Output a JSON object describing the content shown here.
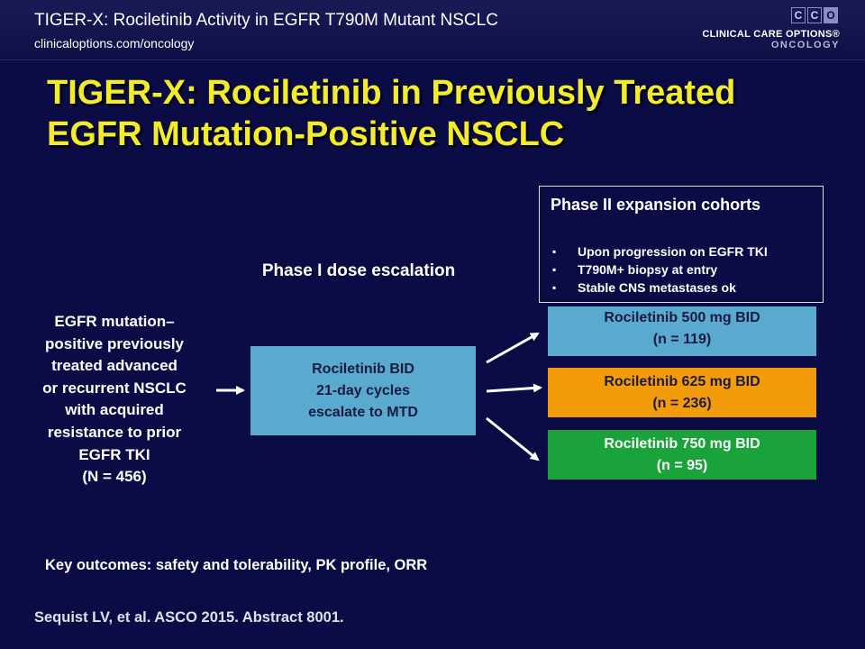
{
  "header": {
    "title": "TIGER-X: Rociletinib Activity in EGFR T790M Mutant NSCLC",
    "url": "clinicaloptions.com/oncology",
    "logo": {
      "letters": [
        "C",
        "C",
        "O"
      ],
      "line1": "CLINICAL CARE OPTIONS®",
      "line2": "ONCOLOGY"
    }
  },
  "slide_title": "TIGER-X: Rociletinib in Previously Treated EGFR Mutation-Positive NSCLC",
  "population": {
    "lines": [
      "EGFR mutation–",
      "positive previously",
      "treated advanced",
      "or recurrent NSCLC",
      "with acquired",
      "resistance to prior",
      "EGFR TKI",
      "(N = 456)"
    ]
  },
  "phase1": {
    "label": "Phase I dose escalation",
    "box_lines": [
      "Rociletinib BID",
      "21-day cycles",
      "escalate to MTD"
    ]
  },
  "phase2": {
    "title": "Phase II expansion cohorts",
    "criteria": [
      "Upon progression on EGFR TKI",
      "T790M+ biopsy at entry",
      "Stable CNS metastases ok"
    ],
    "cohorts": [
      {
        "label": "Rociletinib 500 mg BID",
        "n": "(n = 119)",
        "color": "#5aa9cf"
      },
      {
        "label": "Rociletinib 625 mg BID",
        "n": "(n = 236)",
        "color": "#f39c0b"
      },
      {
        "label": "Rociletinib 750 mg BID",
        "n": "(n = 95)",
        "color": "#1aa33b"
      }
    ]
  },
  "key_outcomes": "Key outcomes: safety and tolerability, PK profile, ORR",
  "citation": "Sequist LV, et al. ASCO 2015. Abstract 8001.",
  "colors": {
    "background": "#0b0b45",
    "title": "#f2ec2c"
  }
}
